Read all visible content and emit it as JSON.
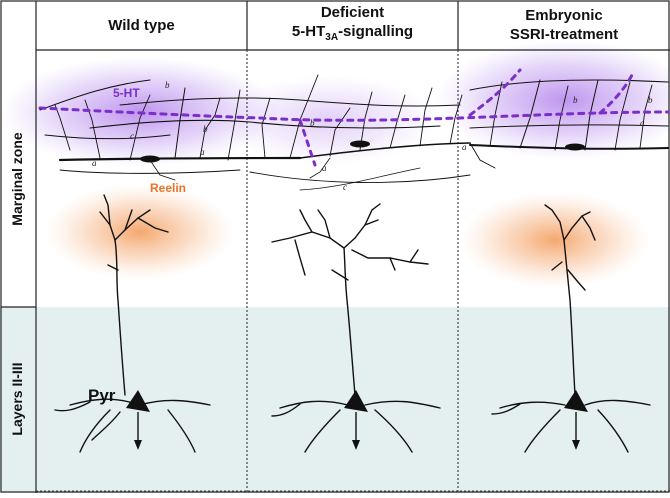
{
  "columns": [
    {
      "line1": "Wild type",
      "line2": ""
    },
    {
      "line1": "Deficient",
      "line2_main": "5-HT",
      "line2_sub": "3A",
      "line2_tail": "-signalling"
    },
    {
      "line1": "Embryonic",
      "line2": "SSRI-treatment"
    }
  ],
  "rows": {
    "marginal": "Marginal zone",
    "layers": "Layers II-III"
  },
  "labels": {
    "serotonin": "5-HT",
    "reelin": "Reelin",
    "pyramidal": "Pyr"
  },
  "axon_letters": [
    "a",
    "b",
    "c",
    "a",
    "b",
    "a",
    "b",
    "a",
    "b",
    "c",
    "a",
    "b"
  ],
  "colors": {
    "serotonin": "#7b2fc9",
    "reelin": "#e8742a",
    "layers_bg": "#e4f0f0",
    "line": "#111111"
  }
}
